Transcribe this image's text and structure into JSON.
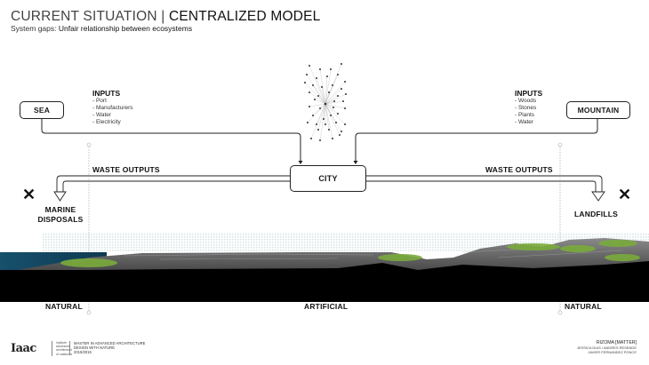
{
  "header": {
    "title_part1": "CURRENT SITUATION",
    "title_separator": " | ",
    "title_part2": "CENTRALIZED MODEL",
    "subtitle_prefix": "System gaps: ",
    "subtitle_text": "Unfair relationship between ecosystems"
  },
  "nodes": {
    "sea": "SEA",
    "mountain": "MOUNTAIN",
    "city": "CITY"
  },
  "inputs_left": {
    "heading": "INPUTS",
    "items": [
      "- Port",
      "- Manufacturers",
      "- Water",
      "- Electricity"
    ]
  },
  "inputs_right": {
    "heading": "INPUTS",
    "items": [
      "- Woods",
      "- Stones",
      "- Plants",
      "- Water"
    ]
  },
  "waste": {
    "left_label": "WASTE OUTPUTS",
    "right_label": "WASTE OUTPUTS",
    "left_destination_line1": "MARINE",
    "left_destination_line2": "DISPOSALS",
    "right_destination": "LANDFILLS",
    "blocked_symbol": "✕"
  },
  "zones": {
    "left": "NATURAL",
    "center": "ARTIFICIAL",
    "right": "NATURAL"
  },
  "colors": {
    "sea": "#1d5a78",
    "vegetation": "#7aab3c",
    "terrain": "#6e6e6e",
    "ground": "#000000"
  },
  "footer": {
    "logo_main": "Iaac",
    "institute_lines": [
      "institute",
      "advanced",
      "architecture",
      "of catalonia"
    ],
    "program_lines": [
      "MASTER IN ADVANCED ARCHITECTURE",
      "DESIGN WITH NATURE",
      "2015/2016"
    ],
    "project": "RIZOMA [MATTER]",
    "authors_line1": "JESSICA DIAS / ANDRES RESENDE",
    "authors_line2": "JAVIER FERNANDEZ PONCE"
  }
}
